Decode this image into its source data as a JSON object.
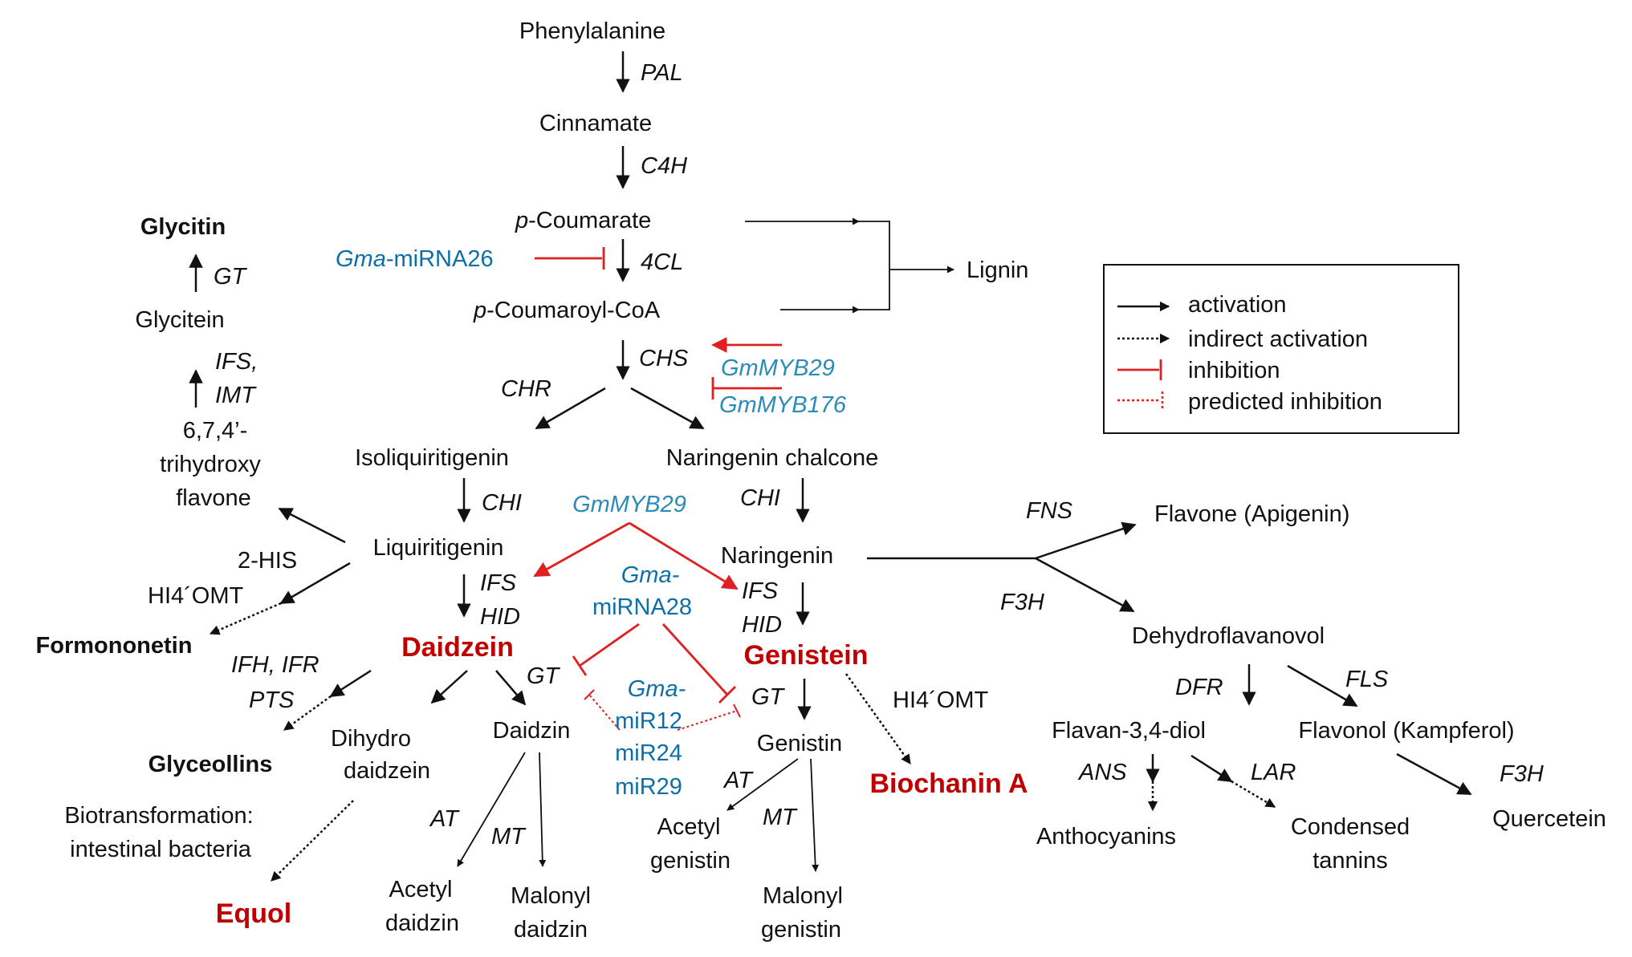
{
  "metabolites": {
    "phenylalanine": "Phenylalanine",
    "cinnamate": "Cinnamate",
    "p_coumarate_prefix": "p",
    "p_coumarate_rest": "-Coumarate",
    "p_coumaroyl_prefix": "p",
    "p_coumaroyl_rest": "-Coumaroyl-CoA",
    "lignin": "Lignin",
    "glycitin": "Glycitin",
    "glycitein": "Glycitein",
    "trihydroxy_1": "6,7,4’-",
    "trihydroxy_2": "trihydroxy",
    "trihydroxy_3": "flavone",
    "isoliquiritigenin": "Isoliquiritigenin",
    "naringenin_chalcone": "Naringenin  chalcone",
    "liquiritigenin": "Liquiritigenin",
    "naringenin": "Naringenin",
    "formononetin": "Formononetin",
    "daidzein": "Daidzein",
    "genistein": "Genistein",
    "glyceollins": "Glyceollins",
    "dihydrodaidzein_1": "Dihydro",
    "dihydrodaidzein_2": "daidzein",
    "daidzin": "Daidzin",
    "genistin": "Genistin",
    "biochanin_a": "Biochanin A",
    "biotransformation_1": "Biotransformation:",
    "biotransformation_2": "intestinal bacteria",
    "equol": "Equol",
    "acetyl_daidzin_1": "Acetyl",
    "acetyl_daidzin_2": "daidzin",
    "malonyl_daidzin_1": "Malonyl",
    "malonyl_daidzin_2": "daidzin",
    "acetyl_genistin_1": "Acetyl",
    "acetyl_genistin_2": "genistin",
    "malonyl_genistin_1": "Malonyl",
    "malonyl_genistin_2": "genistin",
    "flavone": "Flavone (Apigenin)",
    "dehydroflavanovol": "Dehydroflavanovol",
    "flavan_diol": "Flavan-3,4-diol",
    "flavonol": "Flavonol (Kampferol)",
    "anthocyanins": "Anthocyanins",
    "condensed_tannins_1": "Condensed",
    "condensed_tannins_2": "tannins",
    "quercetein": "Quercetein"
  },
  "enzymes": {
    "pal": "PAL",
    "c4h": "C4H",
    "fourcl": "4CL",
    "chs": "CHS",
    "chr": "CHR",
    "chi_left": "CHI",
    "chi_right": "CHI",
    "gt_glycitin": "GT",
    "ifs_imt_1": "IFS,",
    "ifs_imt_2": "IMT",
    "his": "2-HIS",
    "hi4omt_left": "HI4´OMT",
    "ifs_left": "IFS",
    "hid_left": "HID",
    "ifs_right": "IFS",
    "hid_right": "HID",
    "ifh_ifr": "IFH, IFR",
    "pts": "PTS",
    "gt_daidzin": "GT",
    "gt_genistin": "GT",
    "hi4omt_right": "HI4´OMT",
    "at_left": "AT",
    "mt_left": "MT",
    "at_right": "AT",
    "mt_right": "MT",
    "fns": "FNS",
    "f3h_left": "F3H",
    "dfr": "DFR",
    "fls": "FLS",
    "ans": "ANS",
    "lar": "LAR",
    "f3h_right": "F3H"
  },
  "regulators": {
    "gma_mirna26_prefix": "Gma",
    "gma_mirna26_rest": "-miRNA26",
    "gmmyb29_top": "GmMYB29",
    "gmmyb176": "GmMYB176",
    "gmmyb29_mid": "GmMYB29",
    "gma_mirna28_1": "Gma-",
    "gma_mirna28_2": "miRNA28",
    "gma_mir12_1": "Gma-",
    "gma_mir12_2": "miR12",
    "mir24": "miR24",
    "mir29": "miR29"
  },
  "legend": {
    "activation": "activation",
    "indirect_activation": "indirect activation",
    "inhibition": "inhibition",
    "predicted_inhibition": "predicted inhibition"
  },
  "colors": {
    "activation": "#111111",
    "inhibition": "#e02020",
    "product": "#c00000",
    "regulator_myb": "#2a8ab8",
    "regulator_mirna": "#0e6fa8"
  }
}
